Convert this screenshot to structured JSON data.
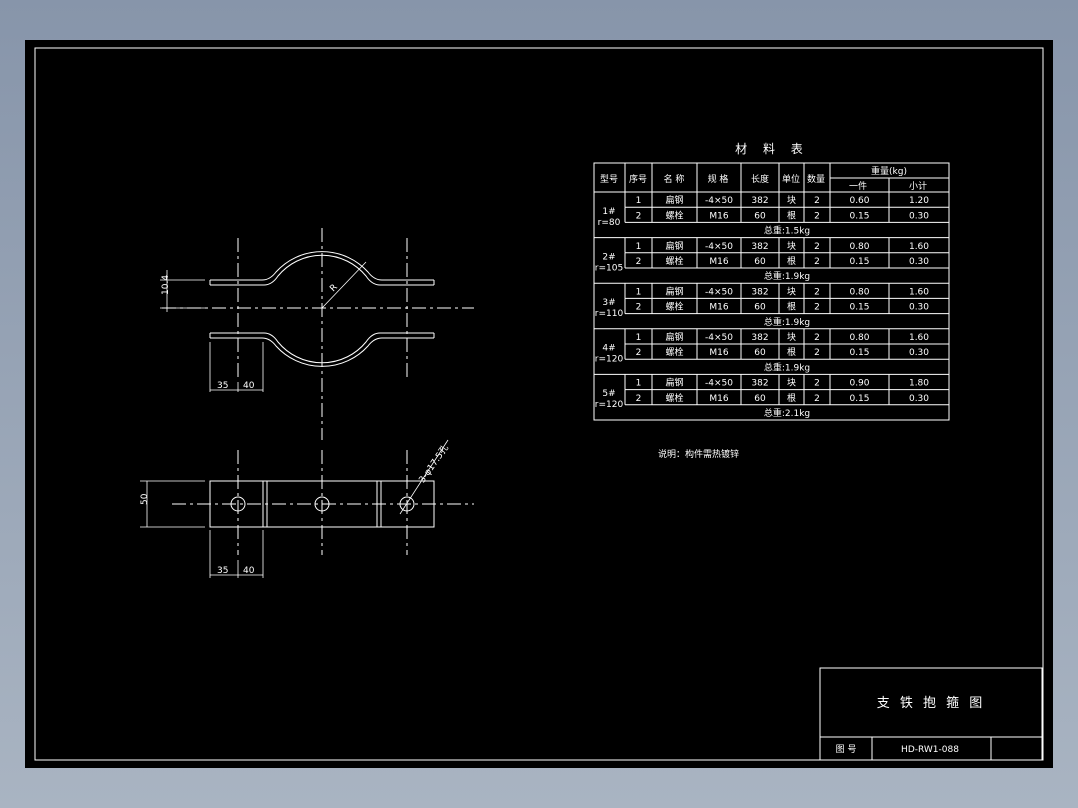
{
  "material_table": {
    "title": "材 料 表",
    "headers": {
      "model": "型号",
      "seq": "序号",
      "name": "名 称",
      "spec": "规 格",
      "length": "长度",
      "unit": "单位",
      "qty": "数量",
      "weight": "重量(kg)",
      "weight_each": "一件",
      "weight_subtotal": "小计"
    },
    "groups": [
      {
        "model": [
          "1#",
          "r=80"
        ],
        "rows": [
          [
            "1",
            "扁钢",
            "-4×50",
            "382",
            "块",
            "2",
            "0.60",
            "1.20"
          ],
          [
            "2",
            "螺栓",
            "M16",
            "60",
            "根",
            "2",
            "0.15",
            "0.30"
          ]
        ],
        "total": "总重:1.5kg"
      },
      {
        "model": [
          "2#",
          "r=105"
        ],
        "rows": [
          [
            "1",
            "扁钢",
            "-4×50",
            "382",
            "块",
            "2",
            "0.80",
            "1.60"
          ],
          [
            "2",
            "螺栓",
            "M16",
            "60",
            "根",
            "2",
            "0.15",
            "0.30"
          ]
        ],
        "total": "总重:1.9kg"
      },
      {
        "model": [
          "3#",
          "r=110"
        ],
        "rows": [
          [
            "1",
            "扁钢",
            "-4×50",
            "382",
            "块",
            "2",
            "0.80",
            "1.60"
          ],
          [
            "2",
            "螺栓",
            "M16",
            "60",
            "根",
            "2",
            "0.15",
            "0.30"
          ]
        ],
        "total": "总重:1.9kg"
      },
      {
        "model": [
          "4#",
          "r=120"
        ],
        "rows": [
          [
            "1",
            "扁钢",
            "-4×50",
            "382",
            "块",
            "2",
            "0.80",
            "1.60"
          ],
          [
            "2",
            "螺栓",
            "M16",
            "60",
            "根",
            "2",
            "0.15",
            "0.30"
          ]
        ],
        "total": "总重:1.9kg"
      },
      {
        "model": [
          "5#",
          "r=120"
        ],
        "rows": [
          [
            "1",
            "扁钢",
            "-4×50",
            "382",
            "块",
            "2",
            "0.90",
            "1.80"
          ],
          [
            "2",
            "螺栓",
            "M16",
            "60",
            "根",
            "2",
            "0.15",
            "0.30"
          ]
        ],
        "total": "总重:2.1kg"
      }
    ]
  },
  "note": "说明：构件需热镀锌",
  "dims": {
    "gap": "10.4",
    "radius": "R",
    "width_35": "35",
    "width_40": "40",
    "height_50": "50",
    "hole": "3-φ17.5孔"
  },
  "title_block": {
    "title": "支 铁 抱 箍 图",
    "drawing_no_label": "图 号",
    "drawing_no": "HD-RW1-088"
  },
  "colors": {
    "sheet": "#000000",
    "stroke": "#ffffff",
    "background_top": "#8795aa",
    "background_bottom": "#a9b4c2"
  }
}
